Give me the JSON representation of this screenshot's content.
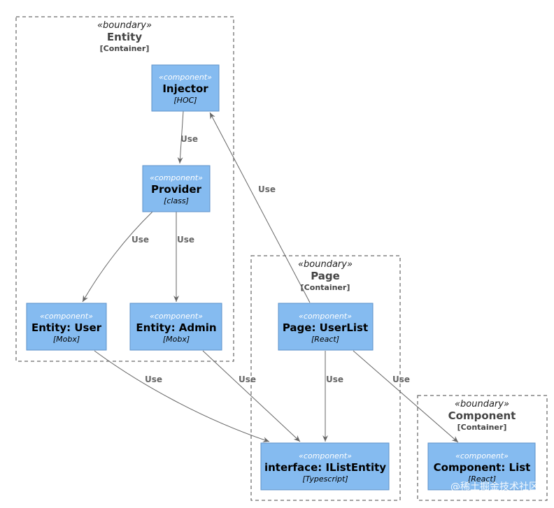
{
  "colors": {
    "component_fill": "#85bbf0",
    "component_stroke": "#5d92c9",
    "boundary_stroke": "#444444",
    "arrow": "#666666"
  },
  "boundaries": [
    {
      "id": "entity",
      "stereotype": "«boundary»",
      "name": "Entity",
      "type": "[Container]"
    },
    {
      "id": "page",
      "stereotype": "«boundary»",
      "name": "Page",
      "type": "[Container]"
    },
    {
      "id": "component",
      "stereotype": "«boundary»",
      "name": "Component",
      "type": "[Container]"
    }
  ],
  "components": [
    {
      "id": "injector",
      "stereotype": "«component»",
      "name": "Injector",
      "tech": "[HOC]"
    },
    {
      "id": "provider",
      "stereotype": "«component»",
      "name": "Provider",
      "tech": "[class]"
    },
    {
      "id": "entity_user",
      "stereotype": "«component»",
      "name": "Entity: User",
      "tech": "[Mobx]"
    },
    {
      "id": "entity_admin",
      "stereotype": "«component»",
      "name": "Entity: Admin",
      "tech": "[Mobx]"
    },
    {
      "id": "page_userlist",
      "stereotype": "«component»",
      "name": "Page: UserList",
      "tech": "[React]"
    },
    {
      "id": "ilistentity",
      "stereotype": "«component»",
      "name": "interface: IListEntity",
      "tech": "[Typescript]"
    },
    {
      "id": "component_list",
      "stereotype": "«component»",
      "name": "Component: List",
      "tech": "[React]"
    }
  ],
  "relations": [
    {
      "from": "injector",
      "to": "provider",
      "label": "Use"
    },
    {
      "from": "provider",
      "to": "entity_user",
      "label": "Use"
    },
    {
      "from": "provider",
      "to": "entity_admin",
      "label": "Use"
    },
    {
      "from": "page_userlist",
      "to": "injector",
      "label": "Use"
    },
    {
      "from": "entity_user",
      "to": "ilistentity",
      "label": "Use"
    },
    {
      "from": "entity_admin",
      "to": "ilistentity",
      "label": "Use"
    },
    {
      "from": "page_userlist",
      "to": "ilistentity",
      "label": "Use"
    },
    {
      "from": "page_userlist",
      "to": "component_list",
      "label": "Use"
    }
  ],
  "watermark": "@稀土掘金技术社区"
}
